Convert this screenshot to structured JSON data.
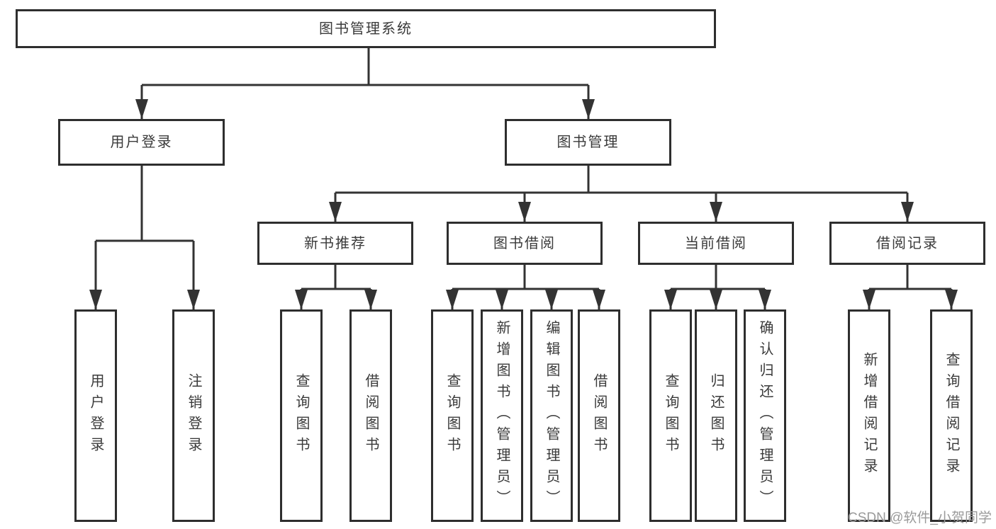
{
  "title": "图书管理系统",
  "tree": {
    "label": "图书管理系统",
    "children": [
      {
        "label": "用户登录",
        "children": [
          {
            "label": "用户登录"
          },
          {
            "label": "注销登录"
          }
        ]
      },
      {
        "label": "图书管理",
        "children": [
          {
            "label": "新书推荐",
            "children": [
              {
                "label": "查询图书"
              },
              {
                "label": "借阅图书"
              }
            ]
          },
          {
            "label": "图书借阅",
            "children": [
              {
                "label": "查询图书"
              },
              {
                "label": "新增图书（管理员）"
              },
              {
                "label": "编辑图书（管理员）"
              },
              {
                "label": "借阅图书"
              }
            ]
          },
          {
            "label": "当前借阅",
            "children": [
              {
                "label": "查询图书"
              },
              {
                "label": "归还图书"
              },
              {
                "label": "确认归还（管理员）"
              }
            ]
          },
          {
            "label": "借阅记录",
            "children": [
              {
                "label": "新增借阅记录"
              },
              {
                "label": "查询借阅记录"
              }
            ]
          }
        ]
      }
    ]
  },
  "watermark": "CSDN @软件_小贺同学",
  "colors": {
    "line": "#333333",
    "box_border": "#2e2e2e",
    "box_fill": "#ffffff",
    "text": "#3a3a3a",
    "watermark_text": "#9a9a9a"
  }
}
